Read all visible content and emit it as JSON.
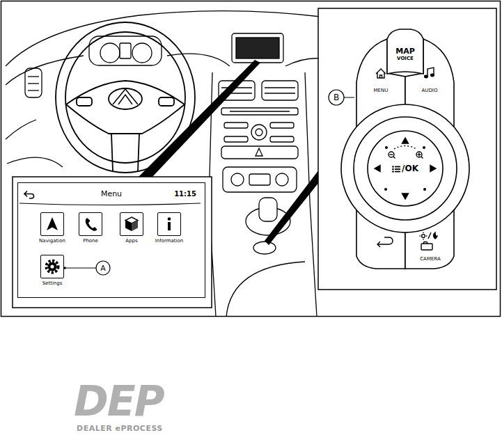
{
  "diagram": {
    "nodes": [
      {
        "text": [
          "Menu",
          "11:15"
        ]
      },
      {
        "text": [
          "Navigation"
        ],
        "in": 0
      },
      {
        "text": [
          "Phone"
        ],
        "in": 0
      },
      {
        "text": [
          "Apps"
        ],
        "in": 0
      },
      {
        "text": [
          "Information"
        ],
        "in": 0
      },
      {
        "text": [
          "Settings"
        ],
        "in": 0
      },
      {
        "text": [
          "MAP",
          "VOICE"
        ]
      },
      {
        "text": [
          "MENU"
        ]
      },
      {
        "text": [
          "AUDIO"
        ]
      },
      {
        "text": [
          "/OK"
        ]
      },
      {
        "text": [
          "CAMERA"
        ]
      }
    ],
    "labels": [
      "A",
      "B",
      "DEP",
      "DEALER ePROCESS"
    ]
  }
}
